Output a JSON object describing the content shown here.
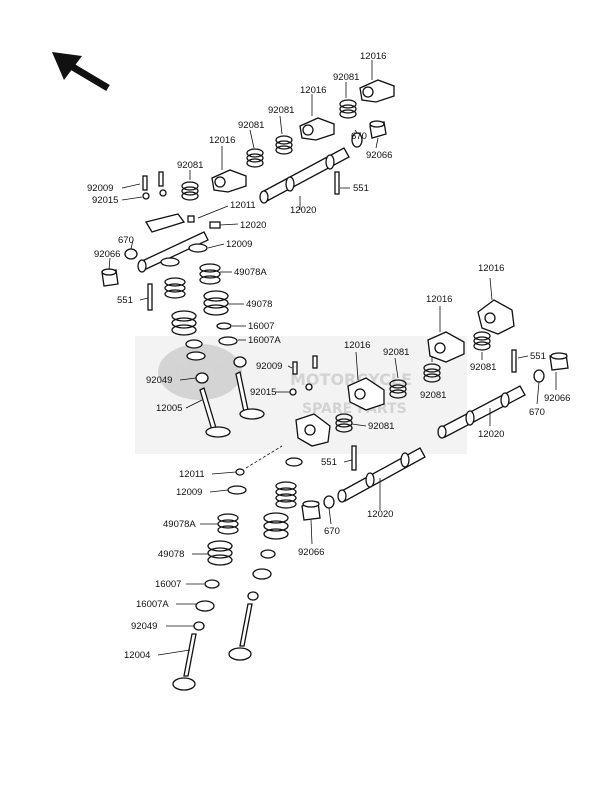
{
  "diagram": {
    "watermark": {
      "logo_text": "MSP",
      "line1": "MOTORCYCLE",
      "line2": "SPARE PARTS"
    },
    "labels": {
      "l_12016_a": "12016",
      "l_92081_a": "92081",
      "l_12016_b": "12016",
      "l_92081_b": "92081",
      "l_92081_c": "92081",
      "l_12016_c": "12016",
      "l_670_a": "670",
      "l_92066_a": "92066",
      "l_92081_d": "92081",
      "l_551_a": "551",
      "l_92009_a": "92009",
      "l_92015_a": "92015",
      "l_12020_a": "12020",
      "l_12011_a": "12011",
      "l_12020_b": "12020",
      "l_670_b": "670",
      "l_12009_a": "12009",
      "l_92066_b": "92066",
      "l_49078A_a": "49078A",
      "l_551_b": "551",
      "l_49078_a": "49078",
      "l_16007_a": "16007",
      "l_16007A_a": "16007A",
      "l_12016_d": "12016",
      "l_12016_e": "12016",
      "l_92009_b": "92009",
      "l_12016_f": "12016",
      "l_92081_e": "92081",
      "l_551_c": "551",
      "l_92049_a": "92049",
      "l_92015_b": "92015",
      "l_92081_f": "92081",
      "l_92081_g": "92081",
      "l_92066_c": "92066",
      "l_12005": "12005",
      "l_670_c": "670",
      "l_92081_h": "92081",
      "l_12020_c": "12020",
      "l_551_d": "551",
      "l_12011_b": "12011",
      "l_12009_b": "12009",
      "l_12020_d": "12020",
      "l_49078A_b": "49078A",
      "l_670_d": "670",
      "l_49078_b": "49078",
      "l_92066_d": "92066",
      "l_16007_b": "16007",
      "l_16007A_b": "16007A",
      "l_92049_b": "92049",
      "l_12004": "12004"
    }
  }
}
